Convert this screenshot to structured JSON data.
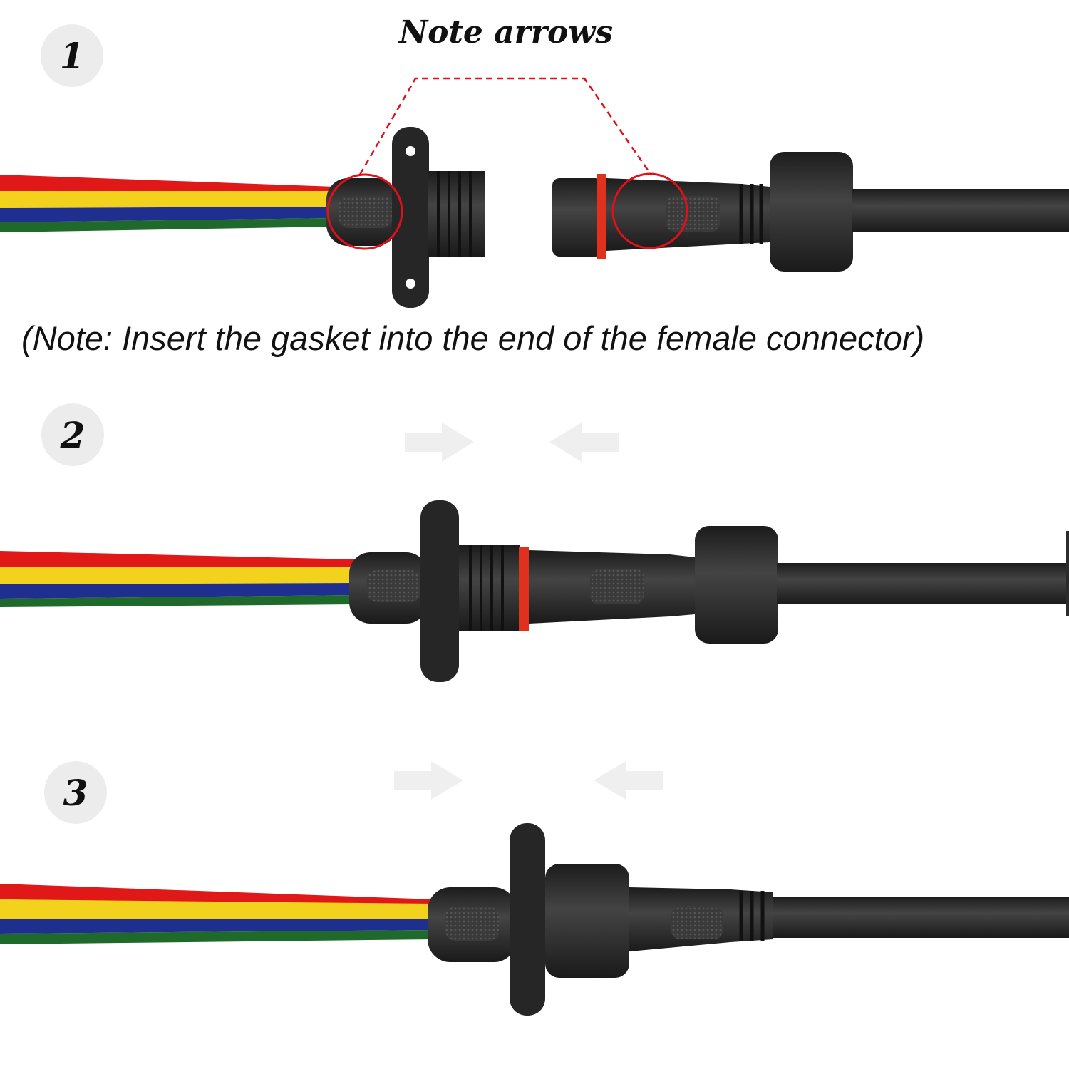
{
  "title": "Note arrows",
  "note": "(Note: Insert the gasket into the end of the female connector)",
  "steps": [
    {
      "label": "1"
    },
    {
      "label": "2"
    },
    {
      "label": "3"
    }
  ],
  "colors": {
    "wire_red": "#e01818",
    "wire_yellow": "#f2d21c",
    "wire_blue": "#1f2f8f",
    "wire_green": "#1f6a2a",
    "connector": "#2b2b2b",
    "gasket": "#e0301e",
    "highlight": "#e0101a",
    "step_circle": "#ececec",
    "push_arrow": "#efefef"
  },
  "icons": [
    "arrow-right-icon",
    "arrow-left-icon"
  ]
}
